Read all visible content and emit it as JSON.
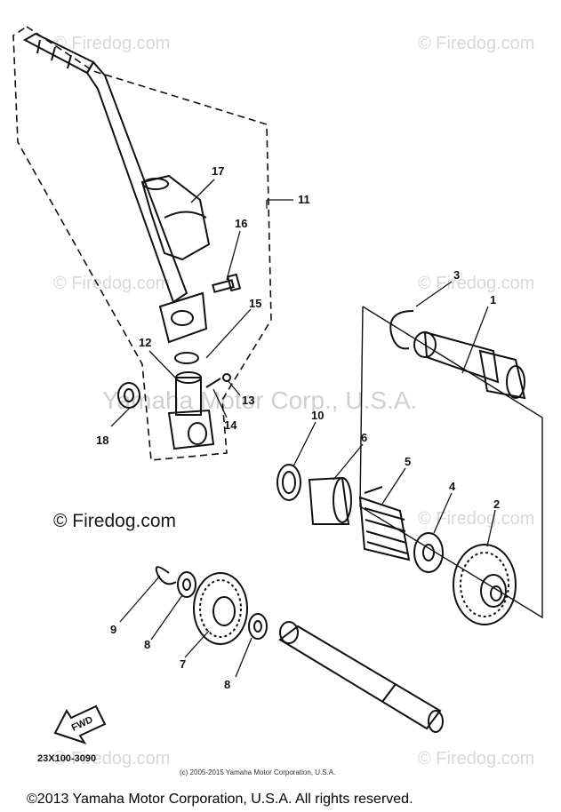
{
  "watermarks": {
    "firedog": "© Firedog.com",
    "firedog_dark": "© Firedog.com",
    "yamaha_overlay": "Yamaha Motor Corp., U.S.A."
  },
  "callouts": [
    "1",
    "2",
    "3",
    "4",
    "5",
    "6",
    "7",
    "8",
    "8",
    "9",
    "10",
    "11",
    "12",
    "13",
    "14",
    "15",
    "16",
    "17",
    "18"
  ],
  "diagram_code": "23X100-3090",
  "fwd_label": "FWD",
  "small_copyright": "(c) 2005-2015 Yamaha Motor Corporation, U.S.A.",
  "footer_copyright": "©2013 Yamaha Motor Corporation, U.S.A. All rights reserved."
}
